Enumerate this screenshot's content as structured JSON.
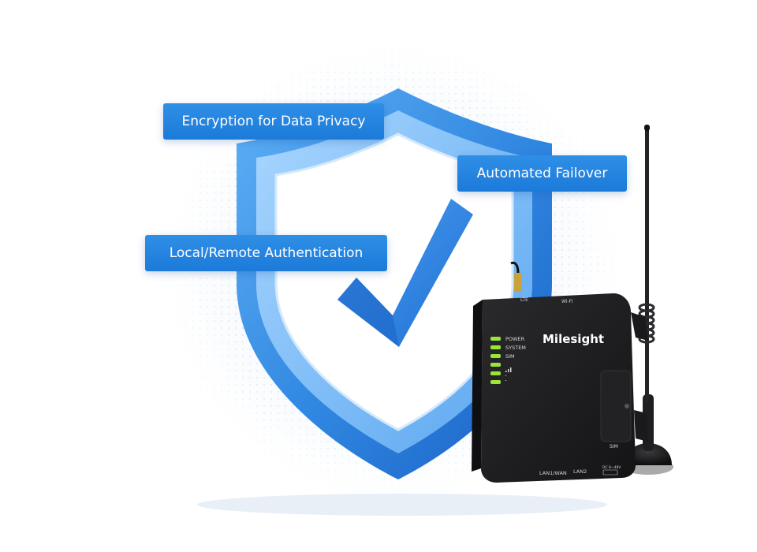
{
  "labels": {
    "encryption": "Encryption for Data Privacy",
    "failover": "Automated Failover",
    "authentication": "Local/Remote Authentication"
  },
  "device": {
    "brand": "Milesight",
    "top_ports": [
      "LTE",
      "Wi-Fi"
    ],
    "leds": [
      "POWER",
      "SYSTEM",
      "SIM"
    ],
    "bottom_ports": [
      "LAN1/WAN",
      "LAN2"
    ],
    "sim_slot_label": "SIM",
    "power_label": "DC 8~48V"
  },
  "colors": {
    "shield_blue": "#2f86e0",
    "label_blue": "#1f7fdb",
    "device_black": "#1b1b1d",
    "led_green": "#9be53b"
  }
}
